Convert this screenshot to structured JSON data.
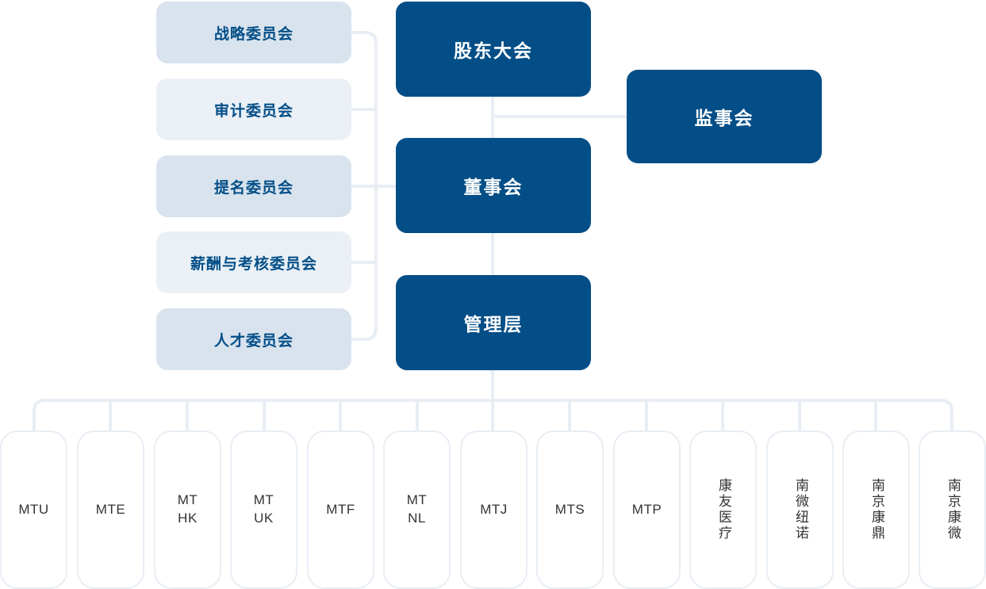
{
  "colors": {
    "primary_blue": "#034E87",
    "committee_tone_a": "#d8e3ee",
    "committee_tone_b": "#eaf0f6",
    "connector_line": "#e8eef4",
    "sub_border": "#e8eef4",
    "sub_text": "#333333"
  },
  "governance": {
    "shareholders": "股东大会",
    "board": "董事会",
    "management": "管理层",
    "supervisors": "监事会"
  },
  "committees": [
    {
      "label": "战略委员会"
    },
    {
      "label": "审计委员会"
    },
    {
      "label": "提名委员会"
    },
    {
      "label": "薪酬与考核委员会"
    },
    {
      "label": "人才委员会"
    }
  ],
  "subsidiaries": [
    {
      "label": "MTU",
      "orientation": "horizontal"
    },
    {
      "label": "MTE",
      "orientation": "horizontal"
    },
    {
      "label": "MT\nHK",
      "orientation": "horizontal"
    },
    {
      "label": "MT\nUK",
      "orientation": "horizontal"
    },
    {
      "label": "MTF",
      "orientation": "horizontal"
    },
    {
      "label": "MT\nNL",
      "orientation": "horizontal"
    },
    {
      "label": "MTJ",
      "orientation": "horizontal"
    },
    {
      "label": "MTS",
      "orientation": "horizontal"
    },
    {
      "label": "MTP",
      "orientation": "horizontal"
    },
    {
      "label": "康友医疗",
      "orientation": "vertical"
    },
    {
      "label": "南微纽诺",
      "orientation": "vertical"
    },
    {
      "label": "南京康鼎",
      "orientation": "vertical"
    },
    {
      "label": "南京康微",
      "orientation": "vertical"
    }
  ]
}
